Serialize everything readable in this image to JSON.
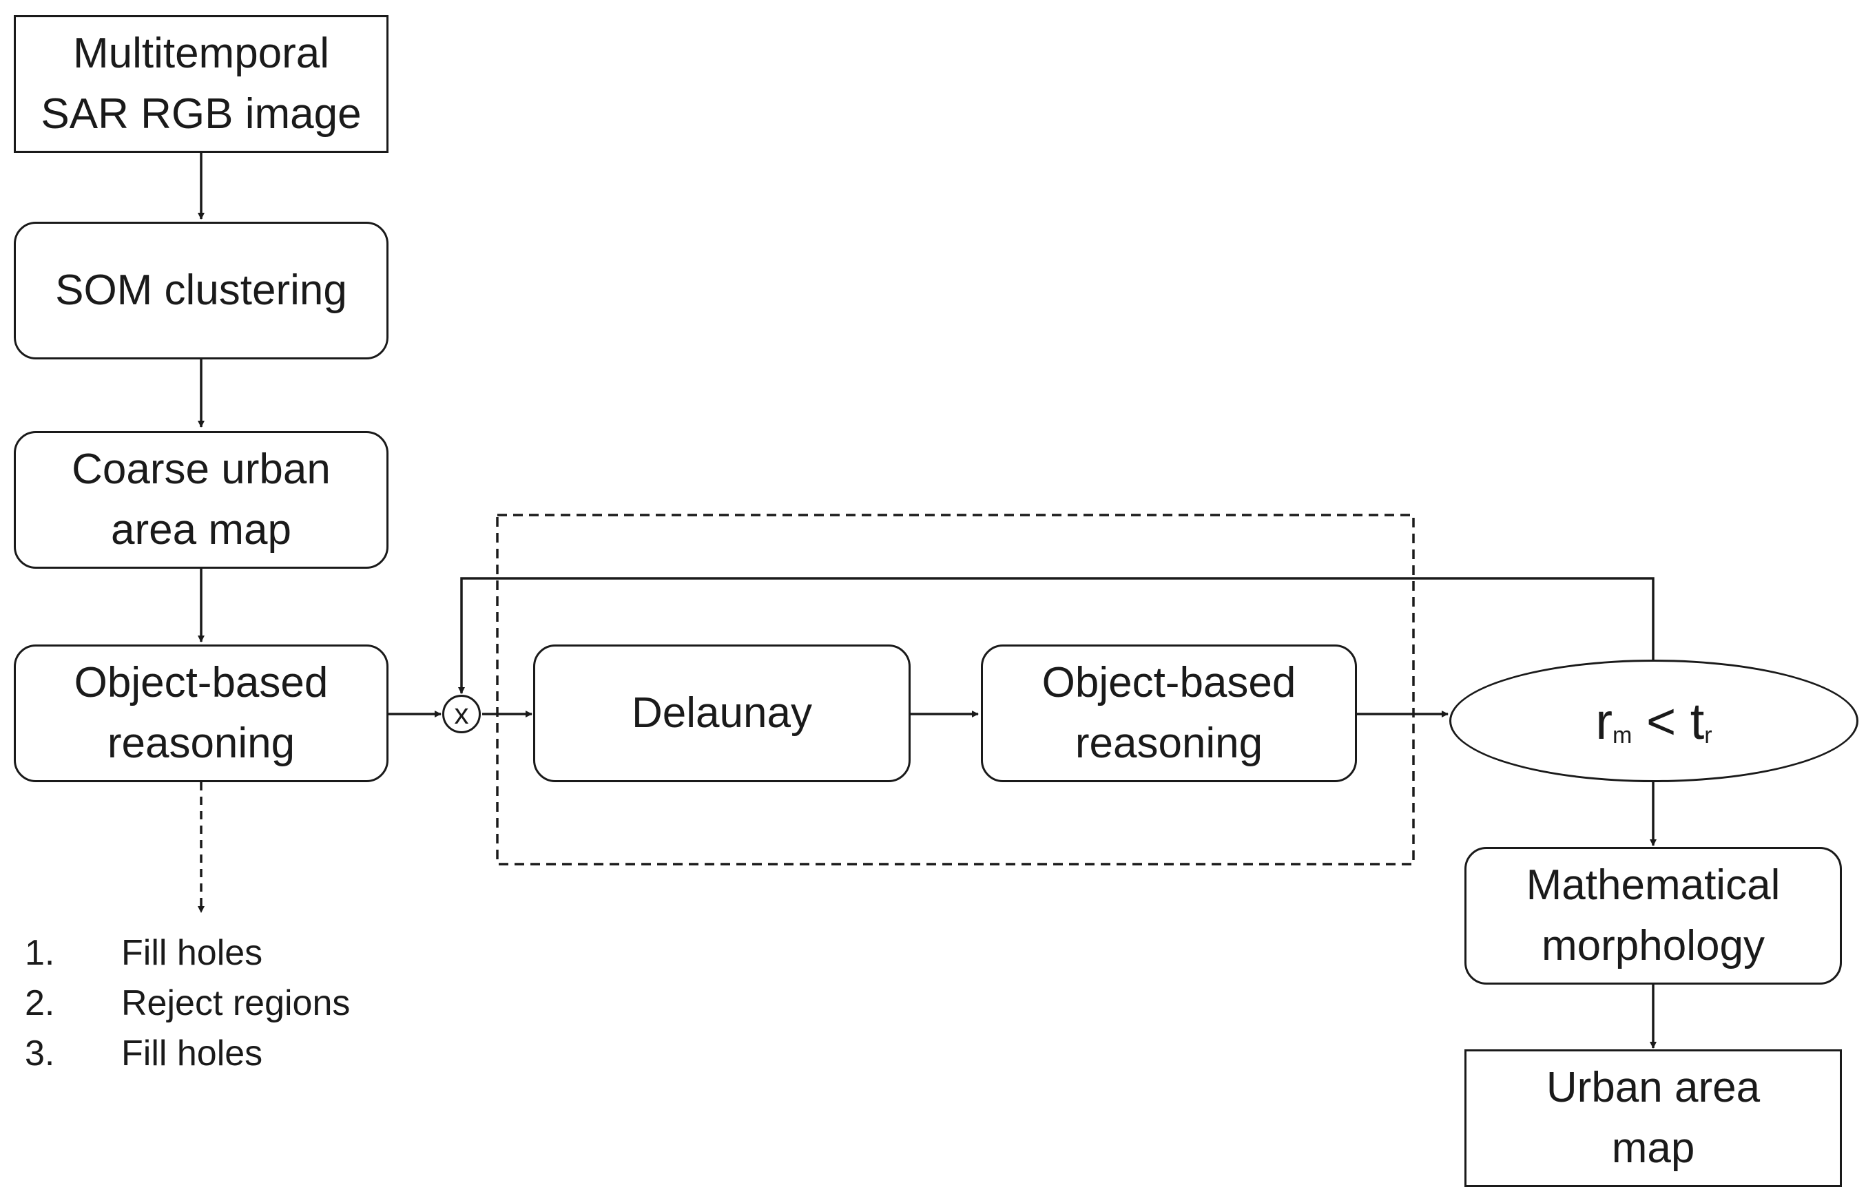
{
  "nodes": {
    "input": [
      "Multitemporal",
      "SAR RGB image"
    ],
    "som": [
      "SOM clustering"
    ],
    "coarse": [
      "Coarse urban",
      "area map"
    ],
    "obr1": [
      "Object-based",
      "reasoning"
    ],
    "delaunay": [
      "Delaunay"
    ],
    "obr2": [
      "Object-based",
      "reasoning"
    ],
    "condition": {
      "r": "r",
      "r_sub": "m",
      "op": "<",
      "t": "t",
      "t_sub": "r"
    },
    "morph": [
      "Mathematical",
      "morphology"
    ],
    "output": [
      "Urban area",
      "map"
    ]
  },
  "multiply_symbol": "x",
  "steps": [
    {
      "num": "1.",
      "label": "Fill holes"
    },
    {
      "num": "2.",
      "label": "Reject regions"
    },
    {
      "num": "3.",
      "label": "Fill holes"
    }
  ]
}
